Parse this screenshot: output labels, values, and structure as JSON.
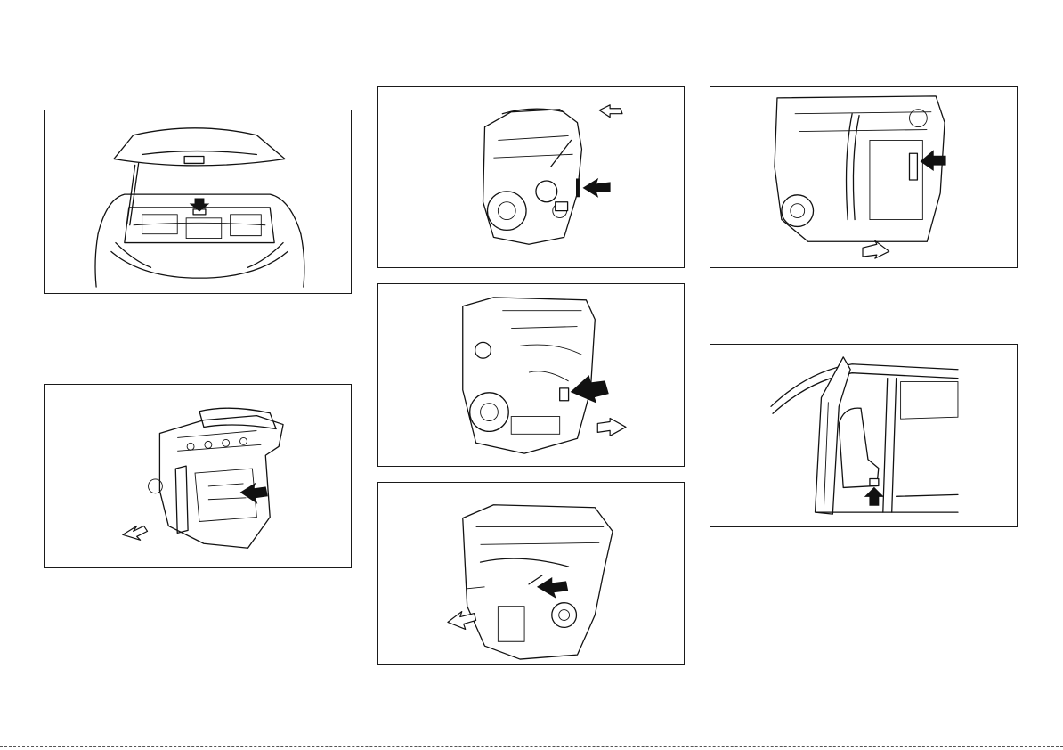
{
  "figures": [
    {
      "id": "hood-open-plate",
      "icon": "vehicle-id-plate-under-hood-illustration"
    },
    {
      "id": "engine-serial-1",
      "icon": "engine-serial-number-location-illustration"
    },
    {
      "id": "engine-serial-2",
      "icon": "engine-serial-number-location-illustration"
    },
    {
      "id": "engine-serial-3",
      "icon": "engine-serial-number-location-illustration"
    },
    {
      "id": "engine-serial-4",
      "icon": "engine-serial-number-location-illustration"
    },
    {
      "id": "engine-serial-5",
      "icon": "engine-serial-number-location-illustration"
    },
    {
      "id": "door-pillar-label",
      "icon": "door-pillar-label-location-illustration"
    }
  ],
  "colors": {
    "line": "#111111",
    "background": "#ffffff",
    "border": "#1a1a1a"
  }
}
